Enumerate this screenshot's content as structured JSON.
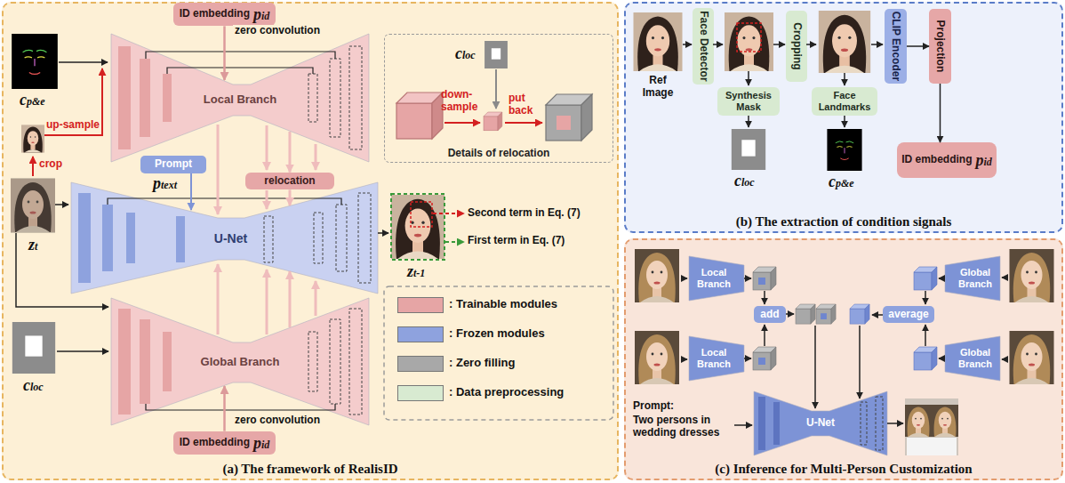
{
  "diagram": {
    "nodes": [
      {
        "text": [
          "(a) The framework of RealisID"
        ]
      },
      {
        "text": [
          "ID embedding",
          "pid"
        ],
        "in": 0
      },
      {
        "text": [
          "Local Branch"
        ],
        "in": 0
      },
      {
        "text": [
          "Prompt"
        ],
        "in": 0
      },
      {
        "text": [
          "relocation"
        ],
        "in": 0
      },
      {
        "text": [
          "U-Net"
        ],
        "in": 0
      },
      {
        "text": [
          "Global Branch"
        ],
        "in": 0
      },
      {
        "text": [
          "ID embedding",
          "pid"
        ],
        "in": 0
      },
      {
        "text": [
          "Details of relocation"
        ],
        "in": 0
      },
      {
        "text": [
          "(b) The extraction of condition signals"
        ]
      },
      {
        "text": [
          "Face Detector"
        ],
        "in": 9
      },
      {
        "text": [
          "Cropping"
        ],
        "in": 9
      },
      {
        "text": [
          "CLIP Encoder"
        ],
        "in": 9
      },
      {
        "text": [
          "Projection"
        ],
        "in": 9
      },
      {
        "text": [
          "Synthesis Mask"
        ],
        "in": 9
      },
      {
        "text": [
          "Face Landmarks"
        ],
        "in": 9
      },
      {
        "text": [
          "ID embedding",
          "pid"
        ],
        "in": 9
      },
      {
        "text": [
          "(c) Inference for Multi-Person Customization"
        ]
      },
      {
        "text": [
          "Local Branch"
        ],
        "in": 17
      },
      {
        "text": [
          "Global Branch"
        ],
        "in": 17
      },
      {
        "text": [
          "add"
        ],
        "in": 17
      },
      {
        "text": [
          "average"
        ],
        "in": 17
      },
      {
        "text": [
          "Local Branch"
        ],
        "in": 17
      },
      {
        "text": [
          "Global Branch"
        ],
        "in": 17
      },
      {
        "text": [
          "U-Net"
        ],
        "in": 17
      }
    ],
    "edges": [
      {
        "from": 1,
        "to": 2,
        "arrow": "to",
        "label": "zero convolution"
      },
      {
        "from": 3,
        "to": 5,
        "arrow": "to"
      },
      {
        "from": 2,
        "to": 4,
        "arrow": "to"
      },
      {
        "from": 4,
        "to": 5,
        "arrow": "to"
      },
      {
        "from": 6,
        "to": 5,
        "arrow": "to"
      },
      {
        "from": 7,
        "to": 6,
        "arrow": "to",
        "label": "zero convolution"
      },
      {
        "from": 12,
        "to": 13,
        "arrow": "to"
      },
      {
        "from": 13,
        "to": 16,
        "arrow": "to"
      }
    ],
    "labels": [
      "cp&e",
      "up-sample",
      "crop",
      "zt",
      "cloc",
      "ptext",
      "zt-1",
      "Second term in Eq. (7)",
      "First term in Eq. (7)",
      "cloc",
      "down-sample",
      "put back",
      "Ref Image",
      "cloc",
      "cp&e",
      "Prompt:",
      "Two persons in wedding dresses"
    ],
    "legend": [
      {
        "text": ": Trainable modules",
        "color": "#e6a5a5"
      },
      {
        "text": ": Frozen modules",
        "color": "#8ea2de"
      },
      {
        "text": ": Zero filling",
        "color": "#a8a8a8"
      },
      {
        "text": ": Data preprocessing",
        "color": "#d8ead1"
      }
    ]
  }
}
